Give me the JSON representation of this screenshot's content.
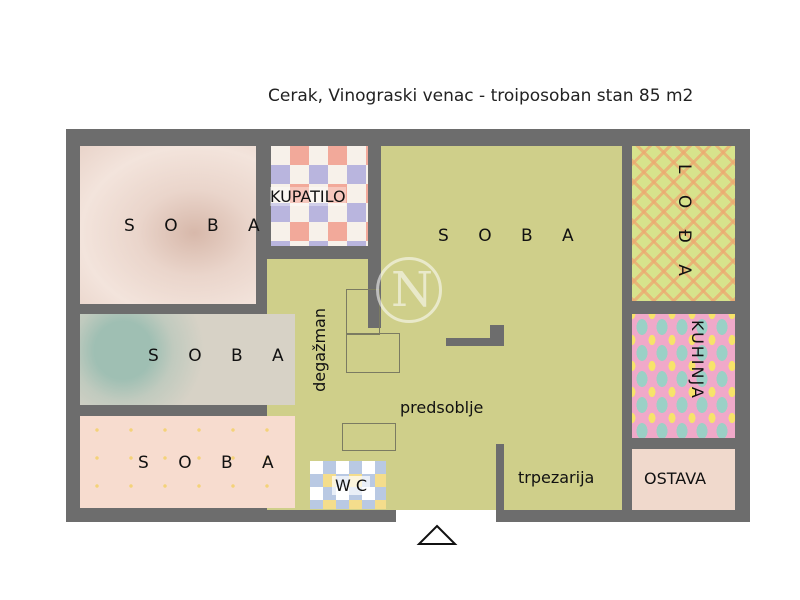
{
  "title": "Cerak, Vinograski venac - troiposoban stan 85 m2",
  "rooms": {
    "soba_top_left": "S O B A",
    "kupatilo": "KUPATILO",
    "soba_main": "S O B A",
    "lodja": "L O Đ A",
    "soba_mid_left": "S O B A",
    "kuhinja": "KUHINJA",
    "degazman": "degažman",
    "predsoblje": "predsoblje",
    "soba_bottom_left": "S O B A",
    "wc": "W C",
    "trpezarija": "trpezarija",
    "ostava": "OSTAVA"
  },
  "watermark": "N",
  "icons": {
    "entrance": "entrance-triangle-icon"
  },
  "colors": {
    "wall": "#6d6d6d",
    "floor_green": "#cfcf8a",
    "soba_pink": "#ecd8ce",
    "soba_gray": "#d7d2c6",
    "soba_peach": "#f7dccf",
    "lodja_green": "#d7e38c",
    "kuhinja_pink": "#f0a9c9",
    "ostava": "#f0d9cc"
  }
}
